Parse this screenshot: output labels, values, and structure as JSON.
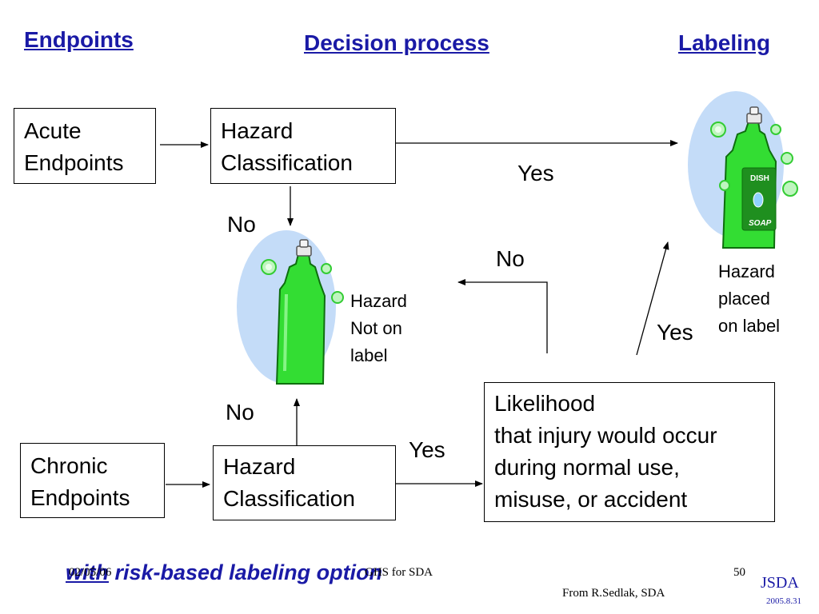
{
  "headers": {
    "endpoints": "Endpoints",
    "decision_process": "Decision process",
    "labeling": "Labeling"
  },
  "boxes": {
    "acute": [
      "Acute",
      "Endpoints"
    ],
    "hazard_top": [
      "Hazard",
      "Classification"
    ],
    "chronic": [
      "Chronic",
      "Endpoints"
    ],
    "hazard_bottom": [
      "Hazard",
      "Classification"
    ],
    "likelihood": [
      "Likelihood",
      "that injury would occur",
      "during normal use,",
      "misuse, or accident"
    ]
  },
  "edge_labels": {
    "yes_top": "Yes",
    "no_top": "No",
    "no_middle": "No",
    "yes_right": "Yes",
    "no_bottom": "No",
    "yes_bottom": "Yes"
  },
  "bottle_labels": {
    "not_on_label": [
      "Hazard",
      "Not on",
      "label"
    ],
    "placed_on_label": [
      "Hazard",
      "placed",
      "on label"
    ],
    "dish": "DISH",
    "soap": "SOAP"
  },
  "footer": {
    "title_prefix": "with",
    "title_rest": " risk-based labeling option",
    "date": "02/05/06",
    "center": "GHS for SDA",
    "page": "50",
    "credit": "From R.Sedlak, SDA",
    "org": "JSDA",
    "org_date": "2005.8.31"
  },
  "colors": {
    "header_blue": "#1a1aa6",
    "bottle_green": "#33dd33",
    "halo_blue": "#c4dcf8"
  }
}
